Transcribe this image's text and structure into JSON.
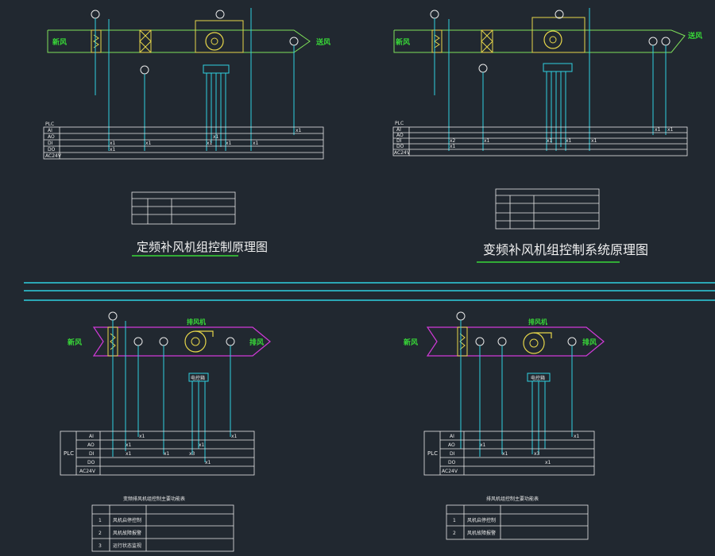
{
  "colors": {
    "background": "#212830",
    "duct_green": "#7fe05a",
    "duct_magenta": "#d13ad8",
    "signal_cyan": "#2fd0e0",
    "wire_white": "#e8e8e8",
    "device_yellow": "#e6d64a",
    "label_green": "#38d838",
    "title_white": "#f0f0f0",
    "divider_cyan": "#2fd0e0"
  },
  "top_left": {
    "inlet_label": "新风",
    "outlet_label": "送风",
    "plc_rows": [
      "PLC",
      "AI",
      "AO",
      "DI",
      "DO",
      "AC24V"
    ],
    "title": "定频补风机组控制原理图",
    "marks": [
      "x1",
      "x1",
      "x1",
      "x1",
      "x1",
      "x1",
      "x1",
      "x1"
    ]
  },
  "top_right": {
    "inlet_label": "新风",
    "outlet_label": "送风",
    "plc_rows": [
      "PLC",
      "AI",
      "AO",
      "DI",
      "DO",
      "AC24V"
    ],
    "title": "变频补风机组控制系统原理图",
    "marks": [
      "x1",
      "x1",
      "x2",
      "x1",
      "x1",
      "x1",
      "x1",
      "x1"
    ]
  },
  "bottom_left": {
    "inlet_label": "新风",
    "outlet_label": "排风",
    "unit_label": "排风机",
    "cabinet_label": "电控箱",
    "plc_label": "PLC",
    "plc_rows": [
      "AI",
      "AO",
      "DI",
      "DO",
      "AC24V"
    ],
    "marks": [
      "x1",
      "x1",
      "x1",
      "x1",
      "x1",
      "x3",
      "x1",
      "x1"
    ],
    "table_title": "变频排风机组控制主要功能表",
    "table_rows": [
      {
        "no": "1",
        "name": "风机启停控制"
      },
      {
        "no": "2",
        "name": "风机故障报警"
      },
      {
        "no": "3",
        "name": "运行状态监视"
      }
    ]
  },
  "bottom_right": {
    "inlet_label": "新风",
    "outlet_label": "排风",
    "unit_label": "排风机",
    "cabinet_label": "电控箱",
    "plc_label": "PLC",
    "plc_rows": [
      "AI",
      "AO",
      "DI",
      "DO",
      "AC24V"
    ],
    "marks": [
      "x1",
      "x1",
      "x1",
      "x3",
      "x1"
    ],
    "table_title": "排风机组控制主要功能表",
    "table_rows": [
      {
        "no": "1",
        "name": "风机启停控制"
      },
      {
        "no": "2",
        "name": "风机故障报警"
      }
    ]
  }
}
